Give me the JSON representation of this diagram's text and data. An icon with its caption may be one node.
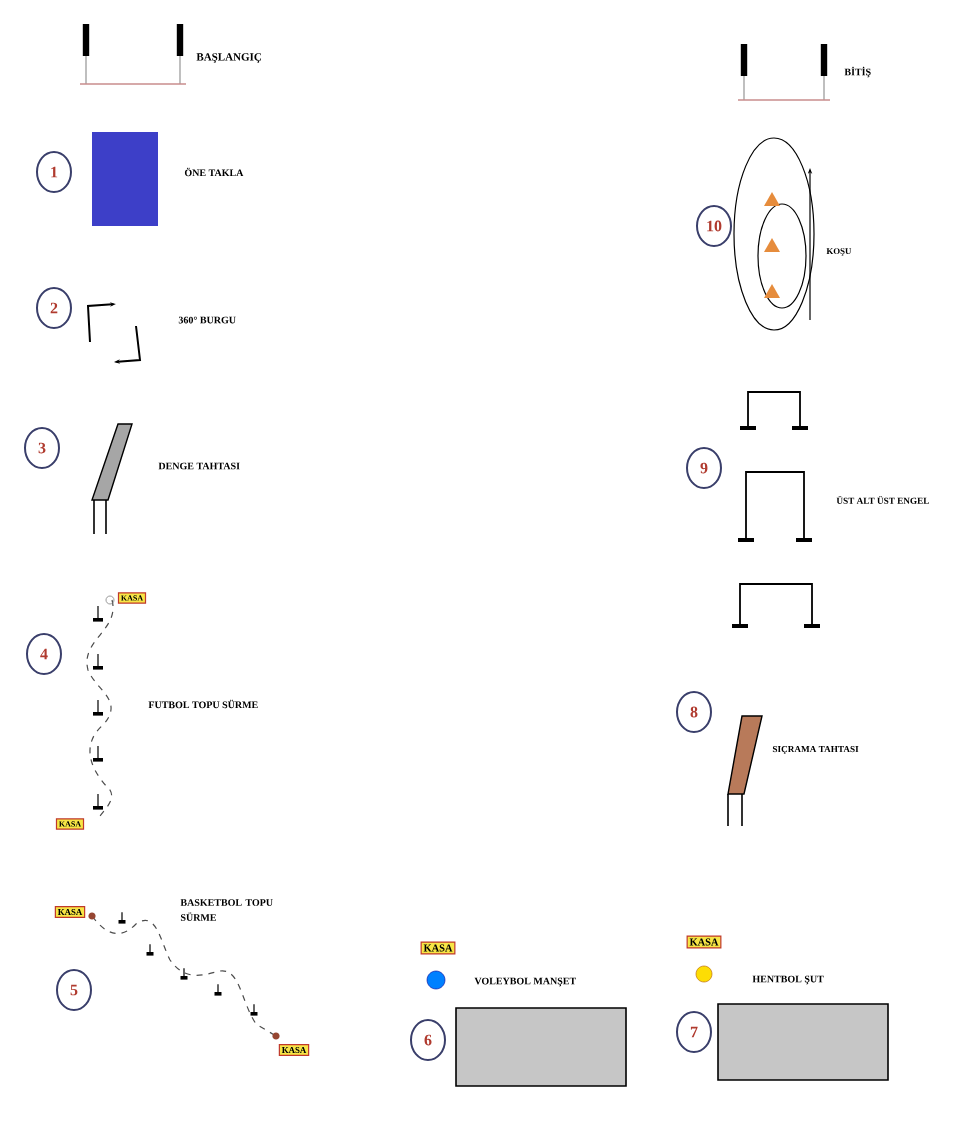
{
  "diagram": {
    "nodes": [
      {
        "text": [
          "1"
        ]
      },
      {
        "text": [
          "2"
        ]
      },
      {
        "text": [
          "3"
        ]
      },
      {
        "text": [
          "4"
        ]
      },
      {
        "text": [
          "5"
        ]
      },
      {
        "text": [
          "6"
        ]
      },
      {
        "text": [
          "7"
        ]
      },
      {
        "text": [
          "8"
        ]
      },
      {
        "text": [
          "9"
        ]
      },
      {
        "text": [
          "10"
        ]
      },
      {
        "text": [
          "KASA"
        ]
      },
      {
        "text": [
          "KASA"
        ]
      },
      {
        "text": [
          "KASA"
        ]
      },
      {
        "text": [
          "KASA"
        ]
      },
      {
        "text": [
          "KASA"
        ]
      },
      {
        "text": [
          "KASA"
        ]
      }
    ],
    "labels": [
      "BAŞLANGIÇ",
      "BİTİŞ",
      "ÖNE TAKLA",
      "KOŞU",
      "360° BURGU",
      "DENGE TAHTASI",
      "ÜST ALT ÜST ENGEL",
      "FUTBOL TOPU SÜRME",
      "SIÇRAMA TAHTASI",
      "BASKETBOL TOPU SÜRME",
      "VOLEYBOL MANŞET",
      "HENTBOL ŞUT"
    ]
  }
}
